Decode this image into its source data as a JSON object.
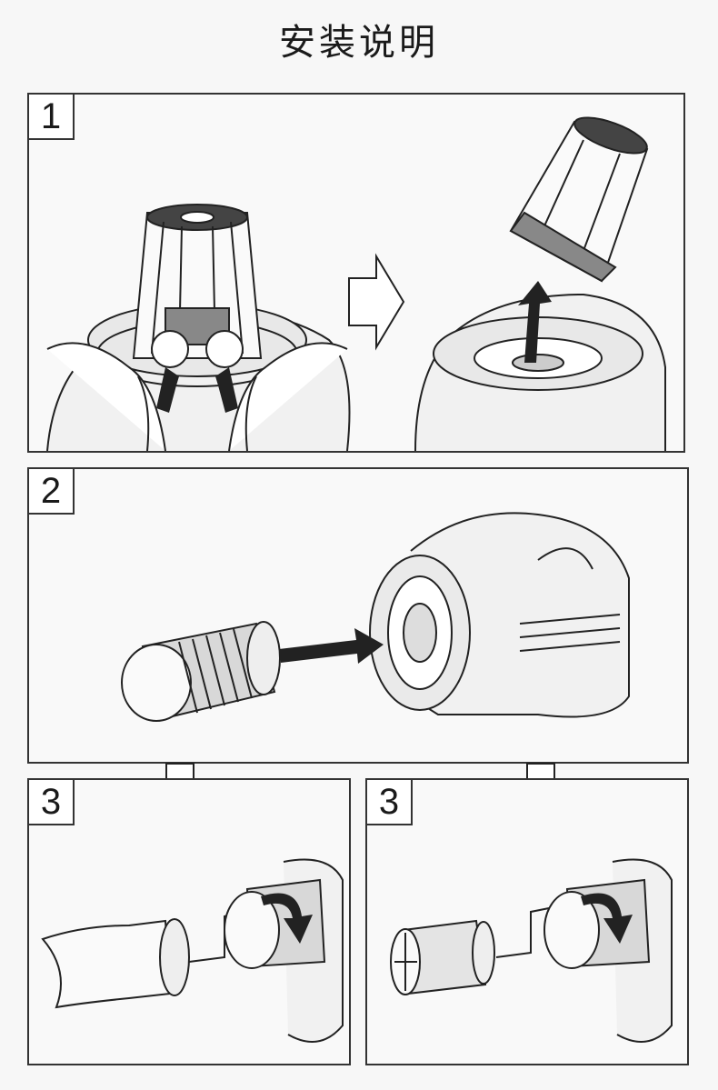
{
  "page": {
    "title": "安装说明"
  },
  "steps": [
    {
      "number": "1"
    },
    {
      "number": "2"
    },
    {
      "number": "3"
    },
    {
      "number": "3"
    }
  ]
}
